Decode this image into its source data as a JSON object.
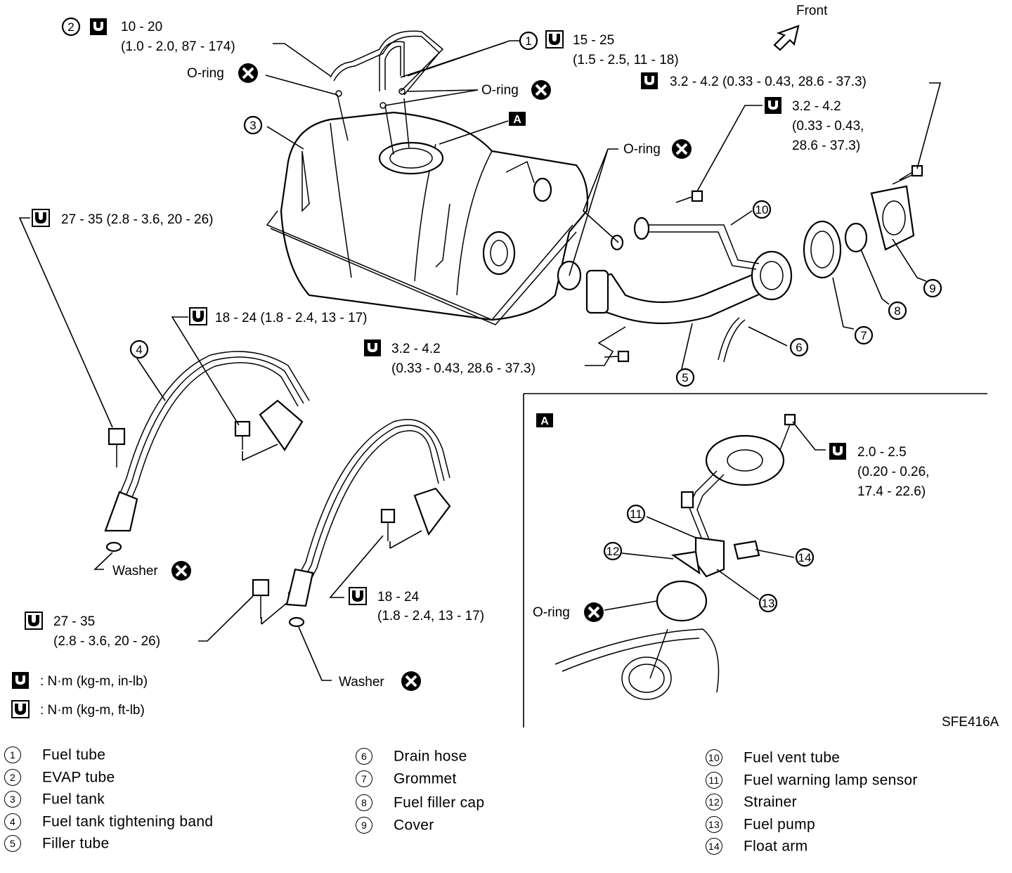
{
  "front_label": "Front",
  "figure_id": "SFE416A",
  "detail_label": "A",
  "torque_specs": [
    {
      "id": "t2",
      "lines": [
        "10 - 20",
        "(1.0 - 2.0, 87 - 174)"
      ],
      "icon": "torque-in-lb-icon"
    },
    {
      "id": "t1",
      "lines": [
        "15 - 25",
        "(1.5 - 2.5, 11 - 18)"
      ],
      "icon": "torque-ft-lb-icon"
    },
    {
      "id": "t_cover",
      "lines": [
        "3.2 - 4.2 (0.33 - 0.43, 28.6 - 37.3)"
      ],
      "icon": "torque-in-lb-icon"
    },
    {
      "id": "t_vent",
      "lines": [
        "3.2 - 4.2",
        "(0.33 - 0.43,",
        "28.6 - 37.3)"
      ],
      "icon": "torque-in-lb-icon"
    },
    {
      "id": "t_band_left",
      "lines": [
        "27 - 35 (2.8 - 3.6, 20 - 26)"
      ],
      "icon": "torque-ft-lb-icon"
    },
    {
      "id": "t_band_upper",
      "lines": [
        "18 - 24 (1.8 - 2.4, 13 - 17)"
      ],
      "icon": "torque-ft-lb-icon"
    },
    {
      "id": "t_filler",
      "lines": [
        "3.2 - 4.2",
        "(0.33 - 0.43, 28.6 - 37.3)"
      ],
      "icon": "torque-in-lb-icon"
    },
    {
      "id": "t_pump",
      "lines": [
        "2.0 - 2.5",
        "(0.20 - 0.26,",
        "17.4 - 22.6)"
      ],
      "icon": "torque-in-lb-icon"
    },
    {
      "id": "t_band_lower",
      "lines": [
        "18 - 24",
        "(1.8 - 2.4, 13 - 17)"
      ],
      "icon": "torque-ft-lb-icon"
    },
    {
      "id": "t_band_bottom",
      "lines": [
        "27 - 35",
        "(2.8 - 3.6, 20 - 26)"
      ],
      "icon": "torque-ft-lb-icon"
    }
  ],
  "callouts": {
    "oring": "O-ring",
    "washer": "Washer"
  },
  "units": [
    {
      "icon": "torque-in-lb-icon",
      "text": ": N·m (kg-m, in-lb)"
    },
    {
      "icon": "torque-ft-lb-icon",
      "text": ": N·m (kg-m, ft-lb)"
    }
  ],
  "part_numbers": [
    "1",
    "2",
    "3",
    "4",
    "5",
    "6",
    "7",
    "8",
    "9",
    "10",
    "11",
    "12",
    "13",
    "14"
  ],
  "legend": [
    {
      "num": "1",
      "label": "Fuel tube"
    },
    {
      "num": "2",
      "label": "EVAP tube"
    },
    {
      "num": "3",
      "label": "Fuel tank"
    },
    {
      "num": "4",
      "label": "Fuel tank tightening band"
    },
    {
      "num": "5",
      "label": "Filler tube"
    },
    {
      "num": "6",
      "label": "Drain hose"
    },
    {
      "num": "7",
      "label": "Grommet"
    },
    {
      "num": "8",
      "label": "Fuel filler cap"
    },
    {
      "num": "9",
      "label": "Cover"
    },
    {
      "num": "10",
      "label": "Fuel vent tube"
    },
    {
      "num": "11",
      "label": "Fuel warning lamp sensor"
    },
    {
      "num": "12",
      "label": "Strainer"
    },
    {
      "num": "13",
      "label": "Fuel pump"
    },
    {
      "num": "14",
      "label": "Float arm"
    }
  ]
}
